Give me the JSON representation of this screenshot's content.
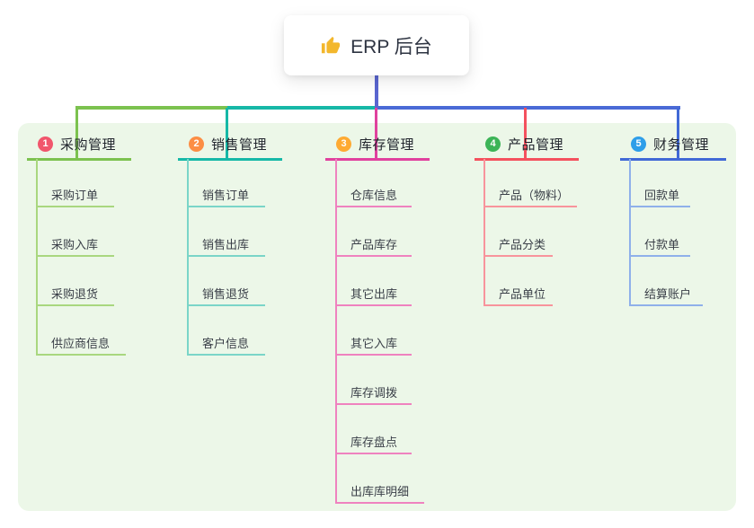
{
  "root": {
    "title": "ERP 后台",
    "icon": "thumbs-up-icon",
    "icon_color": "#f3b72c"
  },
  "panel_bg": "#ecf7e8",
  "connectors": {
    "stem": "#5a66d0",
    "left": "#7cc24f",
    "mid": "#16b8a7",
    "right": "#4a6ad6"
  },
  "branches": [
    {
      "num": "1",
      "label": "采购管理",
      "badge_color": "#f1566c",
      "line_color": "#7cc24f",
      "child_line_color": "#a9d77f",
      "children": [
        "采购订单",
        "采购入库",
        "采购退货",
        "供应商信息"
      ]
    },
    {
      "num": "2",
      "label": "销售管理",
      "badge_color": "#fc8e44",
      "line_color": "#16b8a7",
      "child_line_color": "#7ad5c8",
      "children": [
        "销售订单",
        "销售出库",
        "销售退货",
        "客户信息"
      ]
    },
    {
      "num": "3",
      "label": "库存管理",
      "badge_color": "#feaa32",
      "line_color": "#e0419e",
      "child_line_color": "#ef82bf",
      "children": [
        "仓库信息",
        "产品库存",
        "其它出库",
        "其它入库",
        "库存调拨",
        "库存盘点",
        "出库库明细"
      ]
    },
    {
      "num": "4",
      "label": "产品管理",
      "badge_color": "#3cb457",
      "line_color": "#f4515e",
      "child_line_color": "#f8949c",
      "children": [
        "产品（物料）",
        "产品分类",
        "产品单位"
      ]
    },
    {
      "num": "5",
      "label": "财务管理",
      "badge_color": "#2e9ee9",
      "line_color": "#4169d6",
      "child_line_color": "#8fb0ea",
      "children": [
        "回款单",
        "付款单",
        "结算账户"
      ]
    }
  ]
}
